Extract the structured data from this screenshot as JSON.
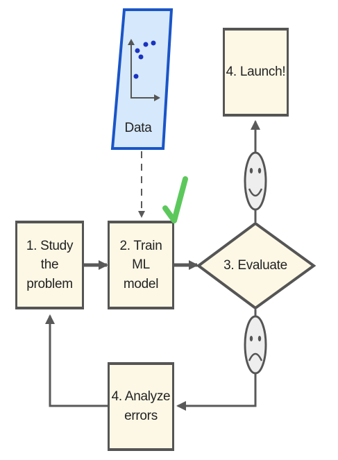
{
  "nodes": {
    "data": {
      "label": "Data"
    },
    "study": {
      "line1": "1. Study the",
      "line2": "problem"
    },
    "train": {
      "line1": "2. Train ML",
      "line2": "model"
    },
    "evaluate": {
      "label": "3. Evaluate"
    },
    "launch": {
      "label": "4. Launch!"
    },
    "analyze": {
      "line1": "4. Analyze",
      "line2": "errors"
    }
  },
  "colors": {
    "box_fill": "#fdf8e6",
    "box_stroke": "#555555",
    "data_fill": "#d6e8fb",
    "data_stroke": "#1a55c8",
    "dot": "#1a33c0",
    "check": "#5cc85c",
    "face_fill": "#eeeeee",
    "arrow": "#595959"
  },
  "icons": [
    "scatter-plot-icon",
    "checkmark-icon",
    "happy-face-icon",
    "sad-face-icon"
  ]
}
